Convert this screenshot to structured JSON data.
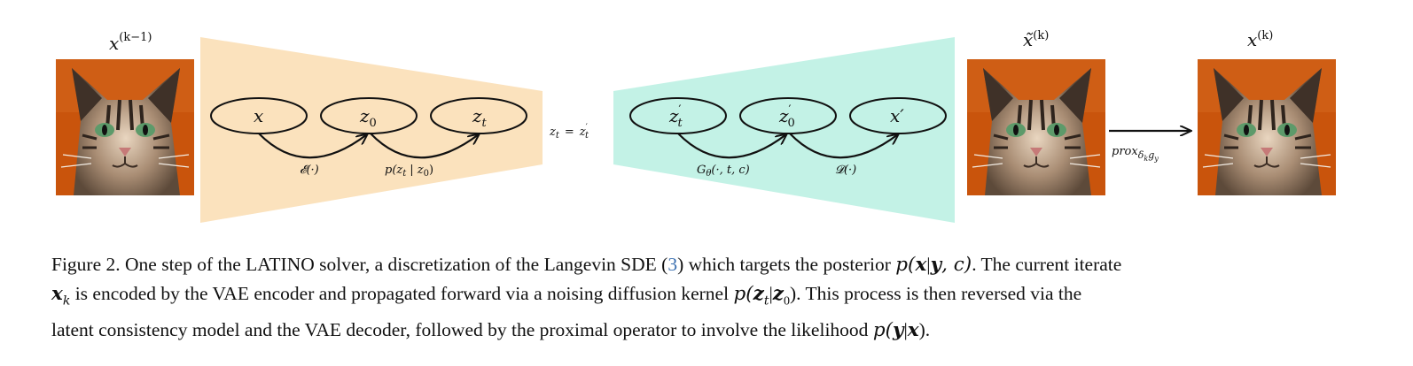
{
  "colors": {
    "encoder_fill": "#fbe2bd",
    "decoder_fill": "#c3f2e6",
    "cat_background": "#c9540c"
  },
  "images": {
    "input": {
      "label": "x",
      "superscript": "(k−1)",
      "icon": "cat-photo"
    },
    "intermediate": {
      "label": "x̃",
      "superscript": "(k)",
      "icon": "cat-photo"
    },
    "output": {
      "label": "x",
      "superscript": "(k)",
      "icon": "cat-photo"
    }
  },
  "encoder": {
    "nodes": [
      "x",
      "z",
      "z"
    ],
    "node_subscripts": [
      "",
      "0",
      "t"
    ],
    "edges": [
      "𝓔(·)",
      "p(z",
      "| z",
      ")"
    ],
    "edge_subscripts": [
      "t",
      "0"
    ]
  },
  "middle": {
    "left": "z",
    "left_sub": "t",
    "eq": "=",
    "right": "z",
    "right_sub": "t",
    "right_sup": "′"
  },
  "decoder": {
    "nodes": [
      "z",
      "z",
      "x′"
    ],
    "node_subscripts": [
      "t",
      "0",
      ""
    ],
    "node_primes": [
      "′",
      "′",
      ""
    ],
    "edges": [
      "G",
      "(·, t, c)",
      "𝓓(·)"
    ],
    "edge_subscripts": [
      "θ"
    ]
  },
  "prox": {
    "label": "prox",
    "sub": "δ",
    "sub2": "k",
    "sub3": "g",
    "sub4": "y"
  },
  "caption": {
    "l1_a": "Figure 2. One step of the LATINO solver, a discretization of the Langevin SDE (",
    "l1_ref": "3",
    "l1_b": ") which targets the posterior ",
    "l1_m1": "p(",
    "l1_m2": "x",
    "l1_m3": "|",
    "l1_m4": "y",
    "l1_m5": ", c)",
    "l1_c": ". The current iterate",
    "l2_m1": "x",
    "l2_m1_sub": "k",
    "l2_a": " is encoded by the VAE encoder and propagated forward via a noising diffusion kernel ",
    "l2_m2": "p(",
    "l2_m3": "z",
    "l2_m3_sub": "t",
    "l2_m4": "|",
    "l2_m5": "z",
    "l2_m5_sub": "0",
    "l2_m6": ")",
    "l2_b": ". This process is then reversed via the",
    "l3_a": "latent consistency model and the VAE decoder, followed by the proximal operator to involve the likelihood ",
    "l3_m1": "p(",
    "l3_m2": "y",
    "l3_m3": "|",
    "l3_m4": "x",
    "l3_m5": ")",
    "l3_b": "."
  }
}
